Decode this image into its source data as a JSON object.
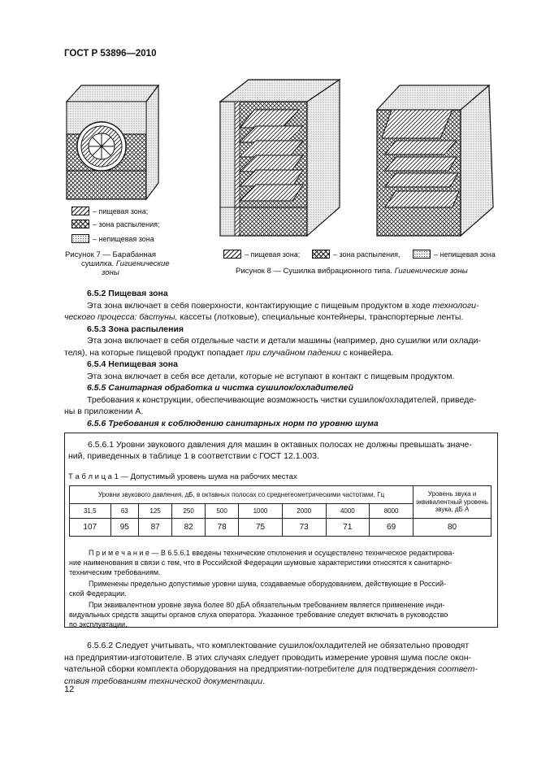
{
  "header": "ГОСТ Р 53896—2010",
  "legend": {
    "food": "– пищевая зона;",
    "spray": "– зона распыления;",
    "nonfood": "– непищевая зона",
    "spray_fig8": "– зона распыления,"
  },
  "fig7_caption": {
    "line1": "Рисунок 7 — Барабанная",
    "line2": "сушилка. ",
    "line2_it": "Гигиенические",
    "line3": "зоны"
  },
  "fig8_caption": {
    "plain": "Рисунок 8 — Сушилка вибрационного типа. ",
    "italic": "Гигиенические зоны"
  },
  "s652": {
    "title": "6.5.2  Пищевая зона",
    "l1": "Эта зона включает в себя поверхности, контактирующие с пищевым продуктом в ходе ",
    "l1_it": "технологи-",
    "l2_it": "ческого процесса: бастуны,",
    "l2": " кассеты (лотковые), специальные контейнеры, транспортерные ленты."
  },
  "s653": {
    "title": "6.5.3  Зона распыления",
    "l1": "Эта зона включает в себя отдельные части и детали машины (например, дно сушилки или охлади-",
    "l2": "теля), на которые пищевой продукт попадает ",
    "l2_it": "при случайном падении",
    "l2_end": " с конвейера."
  },
  "s654": {
    "title": "6.5.4  Непищевая зона",
    "l1": "Эта зона включает в себя все детали, которые не вступают в контакт с пищевым продуктом."
  },
  "s655": {
    "title": "6.5.5  Санитарная обработка и чистка сушилок/охладителей",
    "l1": "Требования к конструкции, обеспечивающие возможность чистки сушилок/охладителей, приведе-",
    "l2": "ны в приложении А."
  },
  "s656": {
    "title": "6.5.6  Требования к соблюдению санитарных норм по уровню шума"
  },
  "box": {
    "p1": "6.5.6.1 Уровни звукового давления для машин в октавных полосах не должны превышать значе-",
    "p1b": "ний, приведенных в таблице 1 в соответствии с ГОСТ 12.1.003.",
    "table_title": "Т а б л и ц а  1 — Допустимый уровень шума на рабочих местах",
    "th_main": "Уровни звукового давления, дБ, в октавных полосах со среднегеометрическими частотами, Гц",
    "th_right": "Уровень звука и эквивалентный уровень звука, дБ А",
    "freqs": [
      "31,5",
      "63",
      "125",
      "250",
      "500",
      "1000",
      "2000",
      "4000",
      "8000"
    ],
    "levels": [
      "107",
      "95",
      "87",
      "82",
      "78",
      "75",
      "73",
      "71",
      "69"
    ],
    "total": "80",
    "note_label": "П р и м е ч а н и е",
    "note1": " — В 6.5.6.1 введены технические отклонения и осуществлено техническое редактирова-",
    "note2": "ние наименования в связи с тем, что в Российской Федерации шумовые характеристики относятся к санитарно-",
    "note3": "техническим требованиям.",
    "note4": "Применены предельно допустимые уровни шума, создаваемые оборудованием, действующие в Россий-",
    "note5": "ской Федерации.",
    "note6": "При эквивалентном уровне звука более 80 дБА обязательным требованием является применение инди-",
    "note7": "видуальных средств защиты органов слуха оператора. Указанное требование следует включать в руководство",
    "note8": "по эксплуатации."
  },
  "s6562": {
    "l1": "6.5.6.2 Следует учитывать, что комплектование сушилок/охладителей не обязательно проводят",
    "l2": "на предприятии-изготовителе. В этих случаях следует проводить измерение уровня шума после окон-",
    "l3": "чательной сборки комплекта оборудования на предприятии-потребителе для подтверждения ",
    "l3_it": "соответ-",
    "l4_it": "ствия требованиям технической документации",
    "l4": "."
  },
  "page_number": "12"
}
